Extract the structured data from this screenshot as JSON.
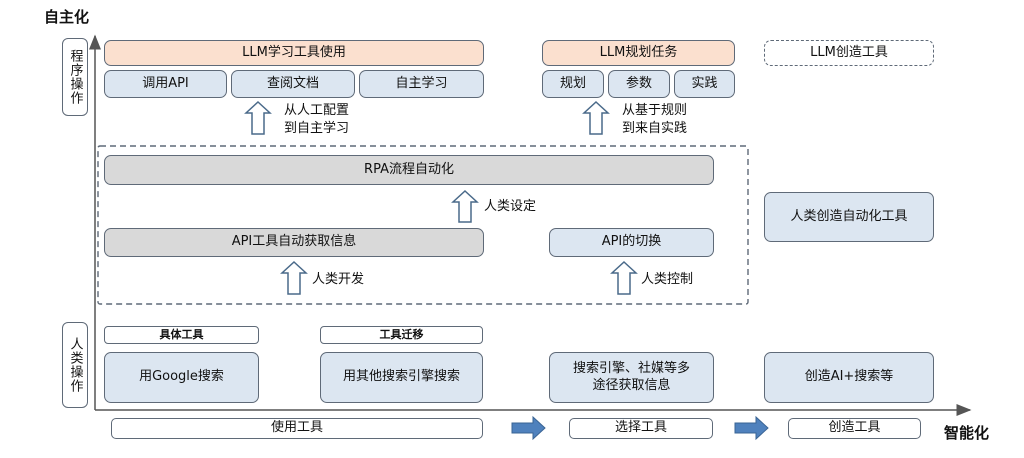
{
  "axes": {
    "y_label": "自主化",
    "x_label": "智能化"
  },
  "side_labels": {
    "top": "程序操作",
    "bottom": "人类操作"
  },
  "top_row": {
    "llm_learning": "LLM学习工具使用",
    "llm_planning": "LLM规划任务",
    "llm_creating": "LLM创造工具",
    "learning_items": [
      "调用API",
      "查阅文档",
      "自主学习"
    ],
    "planning_items": [
      "规划",
      "参数",
      "实践"
    ]
  },
  "notes": {
    "from_manual": [
      "从人工配置",
      "到自主学习"
    ],
    "from_rules": [
      "从基于规则",
      "到来自实践"
    ],
    "human_setting": "人类设定",
    "human_dev": "人类开发",
    "human_control": "人类控制"
  },
  "middle": {
    "rpa": "RPA流程自动化",
    "api_info": "API工具自动获取信息",
    "api_switch": "API的切换",
    "human_create": "人类创造自动化工具"
  },
  "bottom_row": {
    "concrete_tool": "具体工具",
    "tool_transfer": "工具迁移",
    "google": "用Google搜索",
    "other_engines": "用其他搜索引擎搜索",
    "multi_source": [
      "搜索引擎、社媒等多",
      "途径获取信息"
    ],
    "create_ai": "创造AI+搜索等"
  },
  "stages": {
    "use": "使用工具",
    "select": "选择工具",
    "create": "创造工具"
  }
}
